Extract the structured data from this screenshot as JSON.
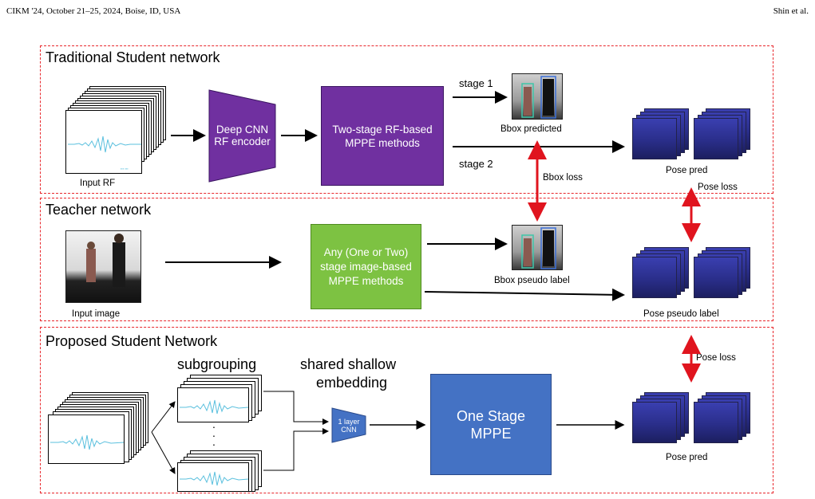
{
  "header": {
    "left": "CIKM '24, October 21–25, 2024, Boise, ID, USA",
    "right": "Shin et al."
  },
  "panels": {
    "traditional": {
      "title": "Traditional Student network",
      "input_label": "Input RF",
      "encoder_label": "Deep CNN RF encoder",
      "methods_label": "Two-stage RF-based MPPE methods",
      "stage1": "stage 1",
      "stage2": "stage 2",
      "bbox_label": "Bbox predicted",
      "pose_label": "Pose pred"
    },
    "teacher": {
      "title": "Teacher network",
      "input_label": "Input image",
      "methods_label": "Any (One or Two) stage image-based MPPE methods",
      "bbox_label": "Bbox pseudo label",
      "pose_label": "Pose pseudo label"
    },
    "proposed": {
      "title": "Proposed Student Network",
      "subgrouping": "subgrouping",
      "shared_line1": "shared shallow",
      "shared_line2": "embedding",
      "cnn_label": "1 layer CNN",
      "mppe_label": "One Stage MPPE",
      "pose_label": "Pose pred"
    }
  },
  "losses": {
    "bbox_loss": "Bbox loss",
    "pose_loss_top": "Pose loss",
    "pose_loss_bottom": "Pose loss"
  },
  "colors": {
    "dashed_border": "#e8262b",
    "loss_arrow": "#e0141e",
    "encoder": "#7030a0",
    "methods_purple": "#7030a0",
    "teacher_green": "#7dc242",
    "proposed_blue": "#4472c4",
    "waveform": "#5bc0de"
  }
}
